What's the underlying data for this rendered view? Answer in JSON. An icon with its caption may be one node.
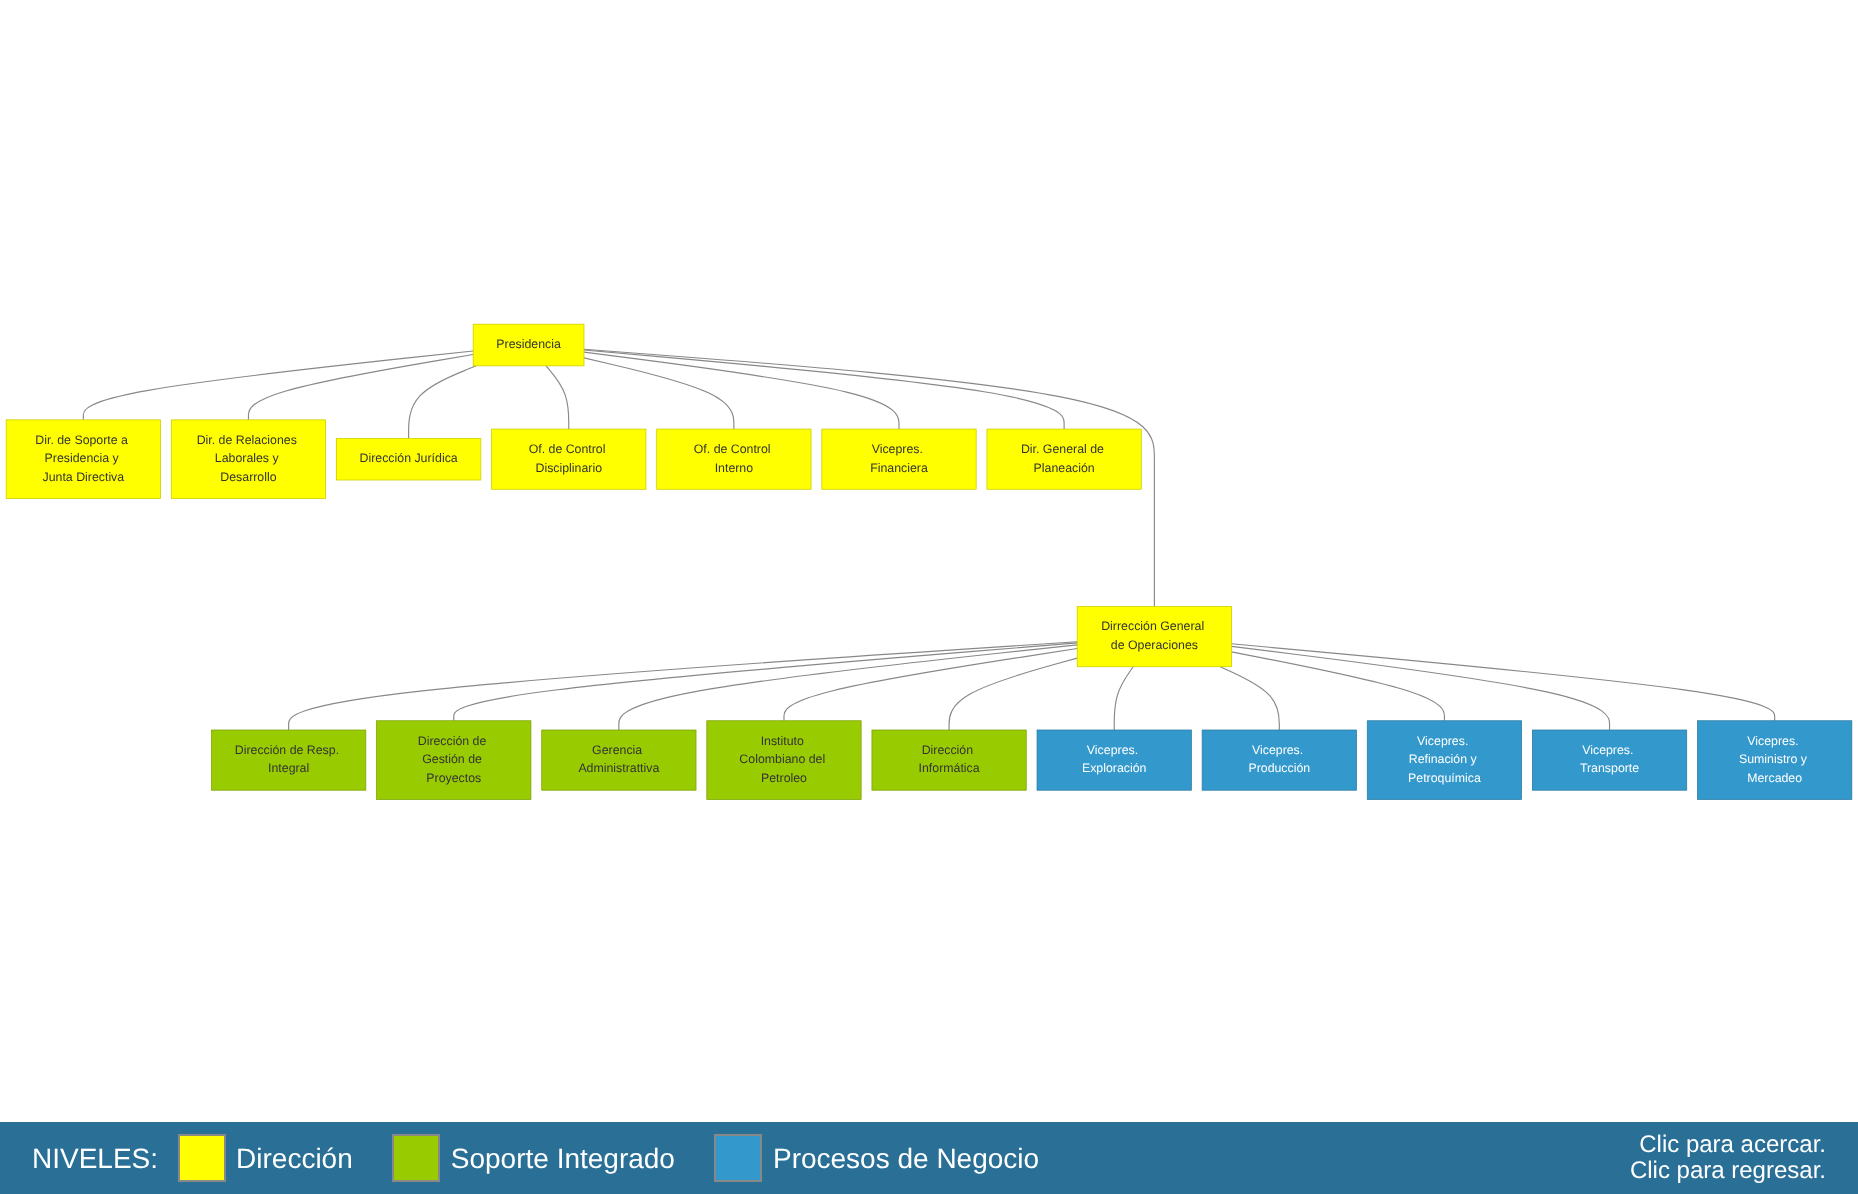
{
  "diagram": {
    "nodes": [
      {
        "text": [
          "Presidencia"
        ]
      },
      {
        "text": [
          "Dir. de Soporte a Presidencia y Junta Directiva"
        ]
      },
      {
        "text": [
          "Dir. de Relaciones Laborales y Desarrollo"
        ]
      },
      {
        "text": [
          "Dirección Jurídica"
        ]
      },
      {
        "text": [
          "Of. de Control Disciplinario"
        ]
      },
      {
        "text": [
          "Of. de Control Interno"
        ]
      },
      {
        "text": [
          "Dirrección General de Operaciones"
        ]
      },
      {
        "text": [
          "Vicepres. Financiera"
        ]
      },
      {
        "text": [
          "Dir. General de Planeación"
        ]
      },
      {
        "text": [
          "Dirección de Resp. Integral"
        ]
      },
      {
        "text": [
          "Dirección de Gestión de Proyectos"
        ]
      },
      {
        "text": [
          "Gerencia Administrattiva"
        ]
      },
      {
        "text": [
          "Instituto Colombiano del Petroleo"
        ]
      },
      {
        "text": [
          "Dirección Informática"
        ]
      },
      {
        "text": [
          "Vicepres. Exploración"
        ]
      },
      {
        "text": [
          "Vicepres. Producción"
        ]
      },
      {
        "text": [
          "Vicepres. Refinación y Petroquímica"
        ]
      },
      {
        "text": [
          "Vicepres. Transporte"
        ]
      },
      {
        "text": [
          "Vicepres. Suministro y Mercadeo"
        ]
      }
    ],
    "edges": [
      {
        "from": 0,
        "to": 1,
        "arrow": "none"
      },
      {
        "from": 0,
        "to": 2,
        "arrow": "none"
      },
      {
        "from": 0,
        "to": 3,
        "arrow": "none"
      },
      {
        "from": 0,
        "to": 4,
        "arrow": "none"
      },
      {
        "from": 0,
        "to": 5,
        "arrow": "none"
      },
      {
        "from": 0,
        "to": 6,
        "arrow": "none"
      },
      {
        "from": 0,
        "to": 7,
        "arrow": "none"
      },
      {
        "from": 0,
        "to": 8,
        "arrow": "none"
      },
      {
        "from": 6,
        "to": 9,
        "arrow": "none"
      },
      {
        "from": 6,
        "to": 10,
        "arrow": "none"
      },
      {
        "from": 6,
        "to": 11,
        "arrow": "none"
      },
      {
        "from": 6,
        "to": 12,
        "arrow": "none"
      },
      {
        "from": 6,
        "to": 13,
        "arrow": "none"
      },
      {
        "from": 6,
        "to": 14,
        "arrow": "none"
      },
      {
        "from": 6,
        "to": 15,
        "arrow": "none"
      },
      {
        "from": 6,
        "to": 16,
        "arrow": "none"
      },
      {
        "from": 6,
        "to": 17,
        "arrow": "none"
      },
      {
        "from": 6,
        "to": 18,
        "arrow": "none"
      }
    ],
    "labels": [
      "NIVELES:",
      "Clic para acercar.",
      "Clic para regresar."
    ],
    "legend": [
      {
        "text": "Dirección",
        "color": "#ffff00"
      },
      {
        "text": "Soporte Integrado",
        "color": "#99cc00"
      },
      {
        "text": "Procesos de Negocio",
        "color": "#3399cc"
      }
    ]
  }
}
